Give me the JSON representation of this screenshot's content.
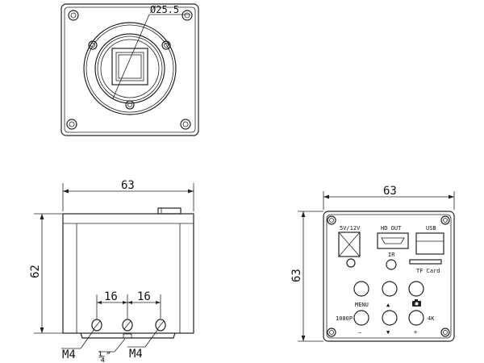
{
  "front_view": {
    "diameter_label": "Ø25.5"
  },
  "side_view": {
    "width_label": "63",
    "height_label": "62",
    "spacing_left_label": "16",
    "spacing_right_label": "16",
    "thread_left_label": "M4",
    "thread_center_label": "¼″",
    "thread_right_label": "M4"
  },
  "rear_view": {
    "width_label": "63",
    "height_label": "63",
    "power_label": "5V/12V",
    "hdmi_label": "HD OUT",
    "usb_label": "USB",
    "ir_label": "IR",
    "tf_label": "TF Card",
    "menu_label": "MENU",
    "up_symbol": "▲",
    "down_symbol": "▼",
    "minus_symbol": "—",
    "plus_symbol": "+",
    "res_left_label": "1080P",
    "res_right_label": "4K",
    "camera_icon": "camera-icon"
  }
}
